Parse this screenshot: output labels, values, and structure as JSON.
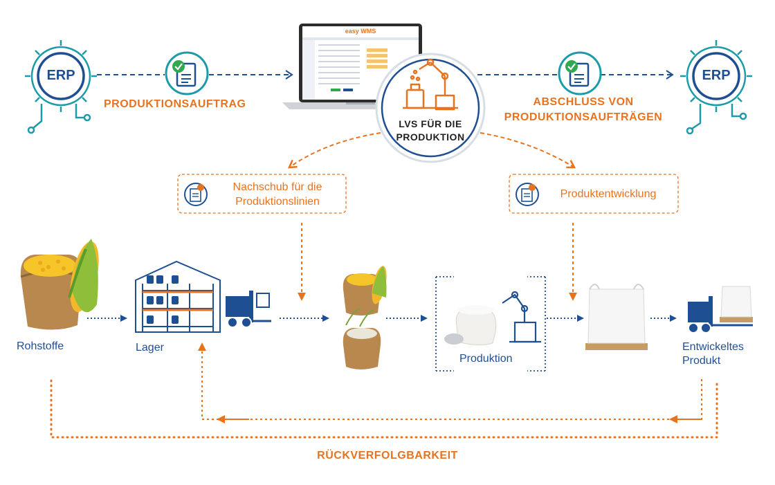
{
  "erp_left": {
    "label": "ERP"
  },
  "erp_right": {
    "label": "ERP"
  },
  "app": {
    "title": "easy WMS"
  },
  "center_hub": {
    "line1": "LVS FÜR DIE",
    "line2": "PRODUKTION"
  },
  "flow_top_left": {
    "label": "PRODUKTIONSAUFTRAG"
  },
  "flow_top_right": {
    "line1": "ABSCHLUSS VON",
    "line2": "PRODUKTIONSAUFTRÄGEN"
  },
  "box_left": {
    "line1": "Nachschub für die",
    "line2": "Produktionslinien"
  },
  "box_right": {
    "line1": "Produktentwicklung"
  },
  "stages": {
    "raw": "Rohstoffe",
    "warehouse": "Lager",
    "production": "Produktion",
    "product_line1": "Entwickeltes",
    "product_line2": "Produkt"
  },
  "traceability": {
    "label": "RÜCKVERFOLGBARKEIT"
  },
  "colors": {
    "blue": "#1f4f93",
    "orange": "#e8731f",
    "teal": "#1a9ba8",
    "green": "#2fa84f"
  }
}
